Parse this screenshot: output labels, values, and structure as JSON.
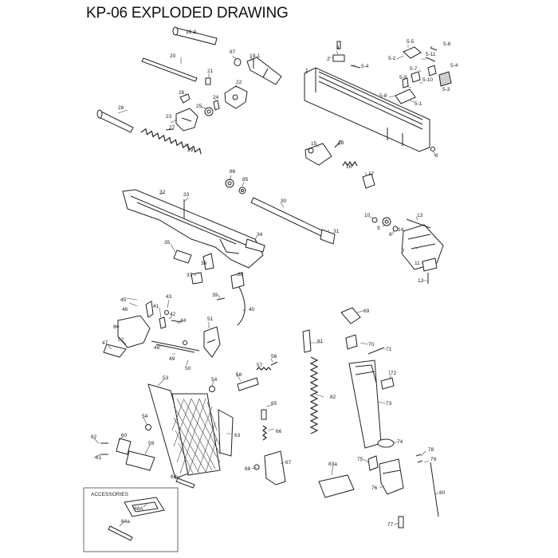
{
  "title": "KP-06 EXPLODED DRAWING",
  "accessories_label": "ACCESSORIES",
  "callouts": [
    {
      "id": "19-2",
      "text": "19-2"
    },
    {
      "id": "87",
      "text": "87"
    },
    {
      "id": "19-1",
      "text": "19-1"
    },
    {
      "id": "20",
      "text": "20"
    },
    {
      "id": "21",
      "text": "21"
    },
    {
      "id": "22",
      "text": "22"
    },
    {
      "id": "26",
      "text": "26"
    },
    {
      "id": "24",
      "text": "24"
    },
    {
      "id": "25",
      "text": "25"
    },
    {
      "id": "23",
      "text": "23"
    },
    {
      "id": "27",
      "text": "27"
    },
    {
      "id": "28",
      "text": "28"
    },
    {
      "id": "29",
      "text": "29"
    },
    {
      "id": "3",
      "text": "3"
    },
    {
      "id": "2",
      "text": "2"
    },
    {
      "id": "1",
      "text": "1"
    },
    {
      "id": "5-4a",
      "text": "5-4"
    },
    {
      "id": "5-5",
      "text": "5-5"
    },
    {
      "id": "5-6",
      "text": "5-6"
    },
    {
      "id": "5-2",
      "text": "5-2"
    },
    {
      "id": "5-11",
      "text": "5-11"
    },
    {
      "id": "5-4b",
      "text": "5-4"
    },
    {
      "id": "5-7",
      "text": "5-7"
    },
    {
      "id": "5-9",
      "text": "5-9"
    },
    {
      "id": "5-10",
      "text": "5-10"
    },
    {
      "id": "5-3",
      "text": "5-3"
    },
    {
      "id": "5-8",
      "text": "5-8"
    },
    {
      "id": "5-1",
      "text": "5-1"
    },
    {
      "id": "6",
      "text": "6"
    },
    {
      "id": "15",
      "text": "15"
    },
    {
      "id": "18",
      "text": "18"
    },
    {
      "id": "16",
      "text": "16"
    },
    {
      "id": "17",
      "text": "17"
    },
    {
      "id": "86",
      "text": "86"
    },
    {
      "id": "85",
      "text": "85"
    },
    {
      "id": "30",
      "text": "30"
    },
    {
      "id": "31",
      "text": "31"
    },
    {
      "id": "32",
      "text": "32"
    },
    {
      "id": "33",
      "text": "33"
    },
    {
      "id": "34",
      "text": "34"
    },
    {
      "id": "35",
      "text": "35"
    },
    {
      "id": "36",
      "text": "36"
    },
    {
      "id": "37",
      "text": "37"
    },
    {
      "id": "38",
      "text": "38"
    },
    {
      "id": "39",
      "text": "39"
    },
    {
      "id": "40",
      "text": "40"
    },
    {
      "id": "10",
      "text": "10"
    },
    {
      "id": "13",
      "text": "13"
    },
    {
      "id": "9",
      "text": "9"
    },
    {
      "id": "8",
      "text": "8"
    },
    {
      "id": "14",
      "text": "14"
    },
    {
      "id": "7",
      "text": "7"
    },
    {
      "id": "11",
      "text": "11"
    },
    {
      "id": "12",
      "text": "12"
    },
    {
      "id": "45",
      "text": "45"
    },
    {
      "id": "46",
      "text": "46"
    },
    {
      "id": "43",
      "text": "43"
    },
    {
      "id": "41",
      "text": "41"
    },
    {
      "id": "42",
      "text": "42"
    },
    {
      "id": "44",
      "text": "44"
    },
    {
      "id": "84",
      "text": "84"
    },
    {
      "id": "51",
      "text": "51"
    },
    {
      "id": "47",
      "text": "47"
    },
    {
      "id": "52",
      "text": "52"
    },
    {
      "id": "48",
      "text": "48"
    },
    {
      "id": "49",
      "text": "49"
    },
    {
      "id": "50",
      "text": "50"
    },
    {
      "id": "69",
      "text": "69"
    },
    {
      "id": "81",
      "text": "81"
    },
    {
      "id": "70",
      "text": "70"
    },
    {
      "id": "71",
      "text": "71"
    },
    {
      "id": "56",
      "text": "56"
    },
    {
      "id": "57",
      "text": "57"
    },
    {
      "id": "58",
      "text": "58"
    },
    {
      "id": "72",
      "text": "72"
    },
    {
      "id": "53",
      "text": "53"
    },
    {
      "id": "54a",
      "text": "54"
    },
    {
      "id": "65",
      "text": "65"
    },
    {
      "id": "82",
      "text": "82"
    },
    {
      "id": "73",
      "text": "73"
    },
    {
      "id": "54b",
      "text": "54"
    },
    {
      "id": "63",
      "text": "63"
    },
    {
      "id": "66",
      "text": "66"
    },
    {
      "id": "62",
      "text": "62"
    },
    {
      "id": "60",
      "text": "60"
    },
    {
      "id": "59",
      "text": "59"
    },
    {
      "id": "61",
      "text": "61"
    },
    {
      "id": "74",
      "text": "74"
    },
    {
      "id": "78",
      "text": "78"
    },
    {
      "id": "79",
      "text": "79"
    },
    {
      "id": "75",
      "text": "75"
    },
    {
      "id": "68",
      "text": "68"
    },
    {
      "id": "67",
      "text": "67"
    },
    {
      "id": "83a",
      "text": "83a"
    },
    {
      "id": "64",
      "text": "64"
    },
    {
      "id": "76",
      "text": "76"
    },
    {
      "id": "80",
      "text": "80"
    },
    {
      "id": "88a",
      "text": "88A"
    },
    {
      "id": "64a",
      "text": "64a"
    },
    {
      "id": "77",
      "text": "77"
    }
  ]
}
